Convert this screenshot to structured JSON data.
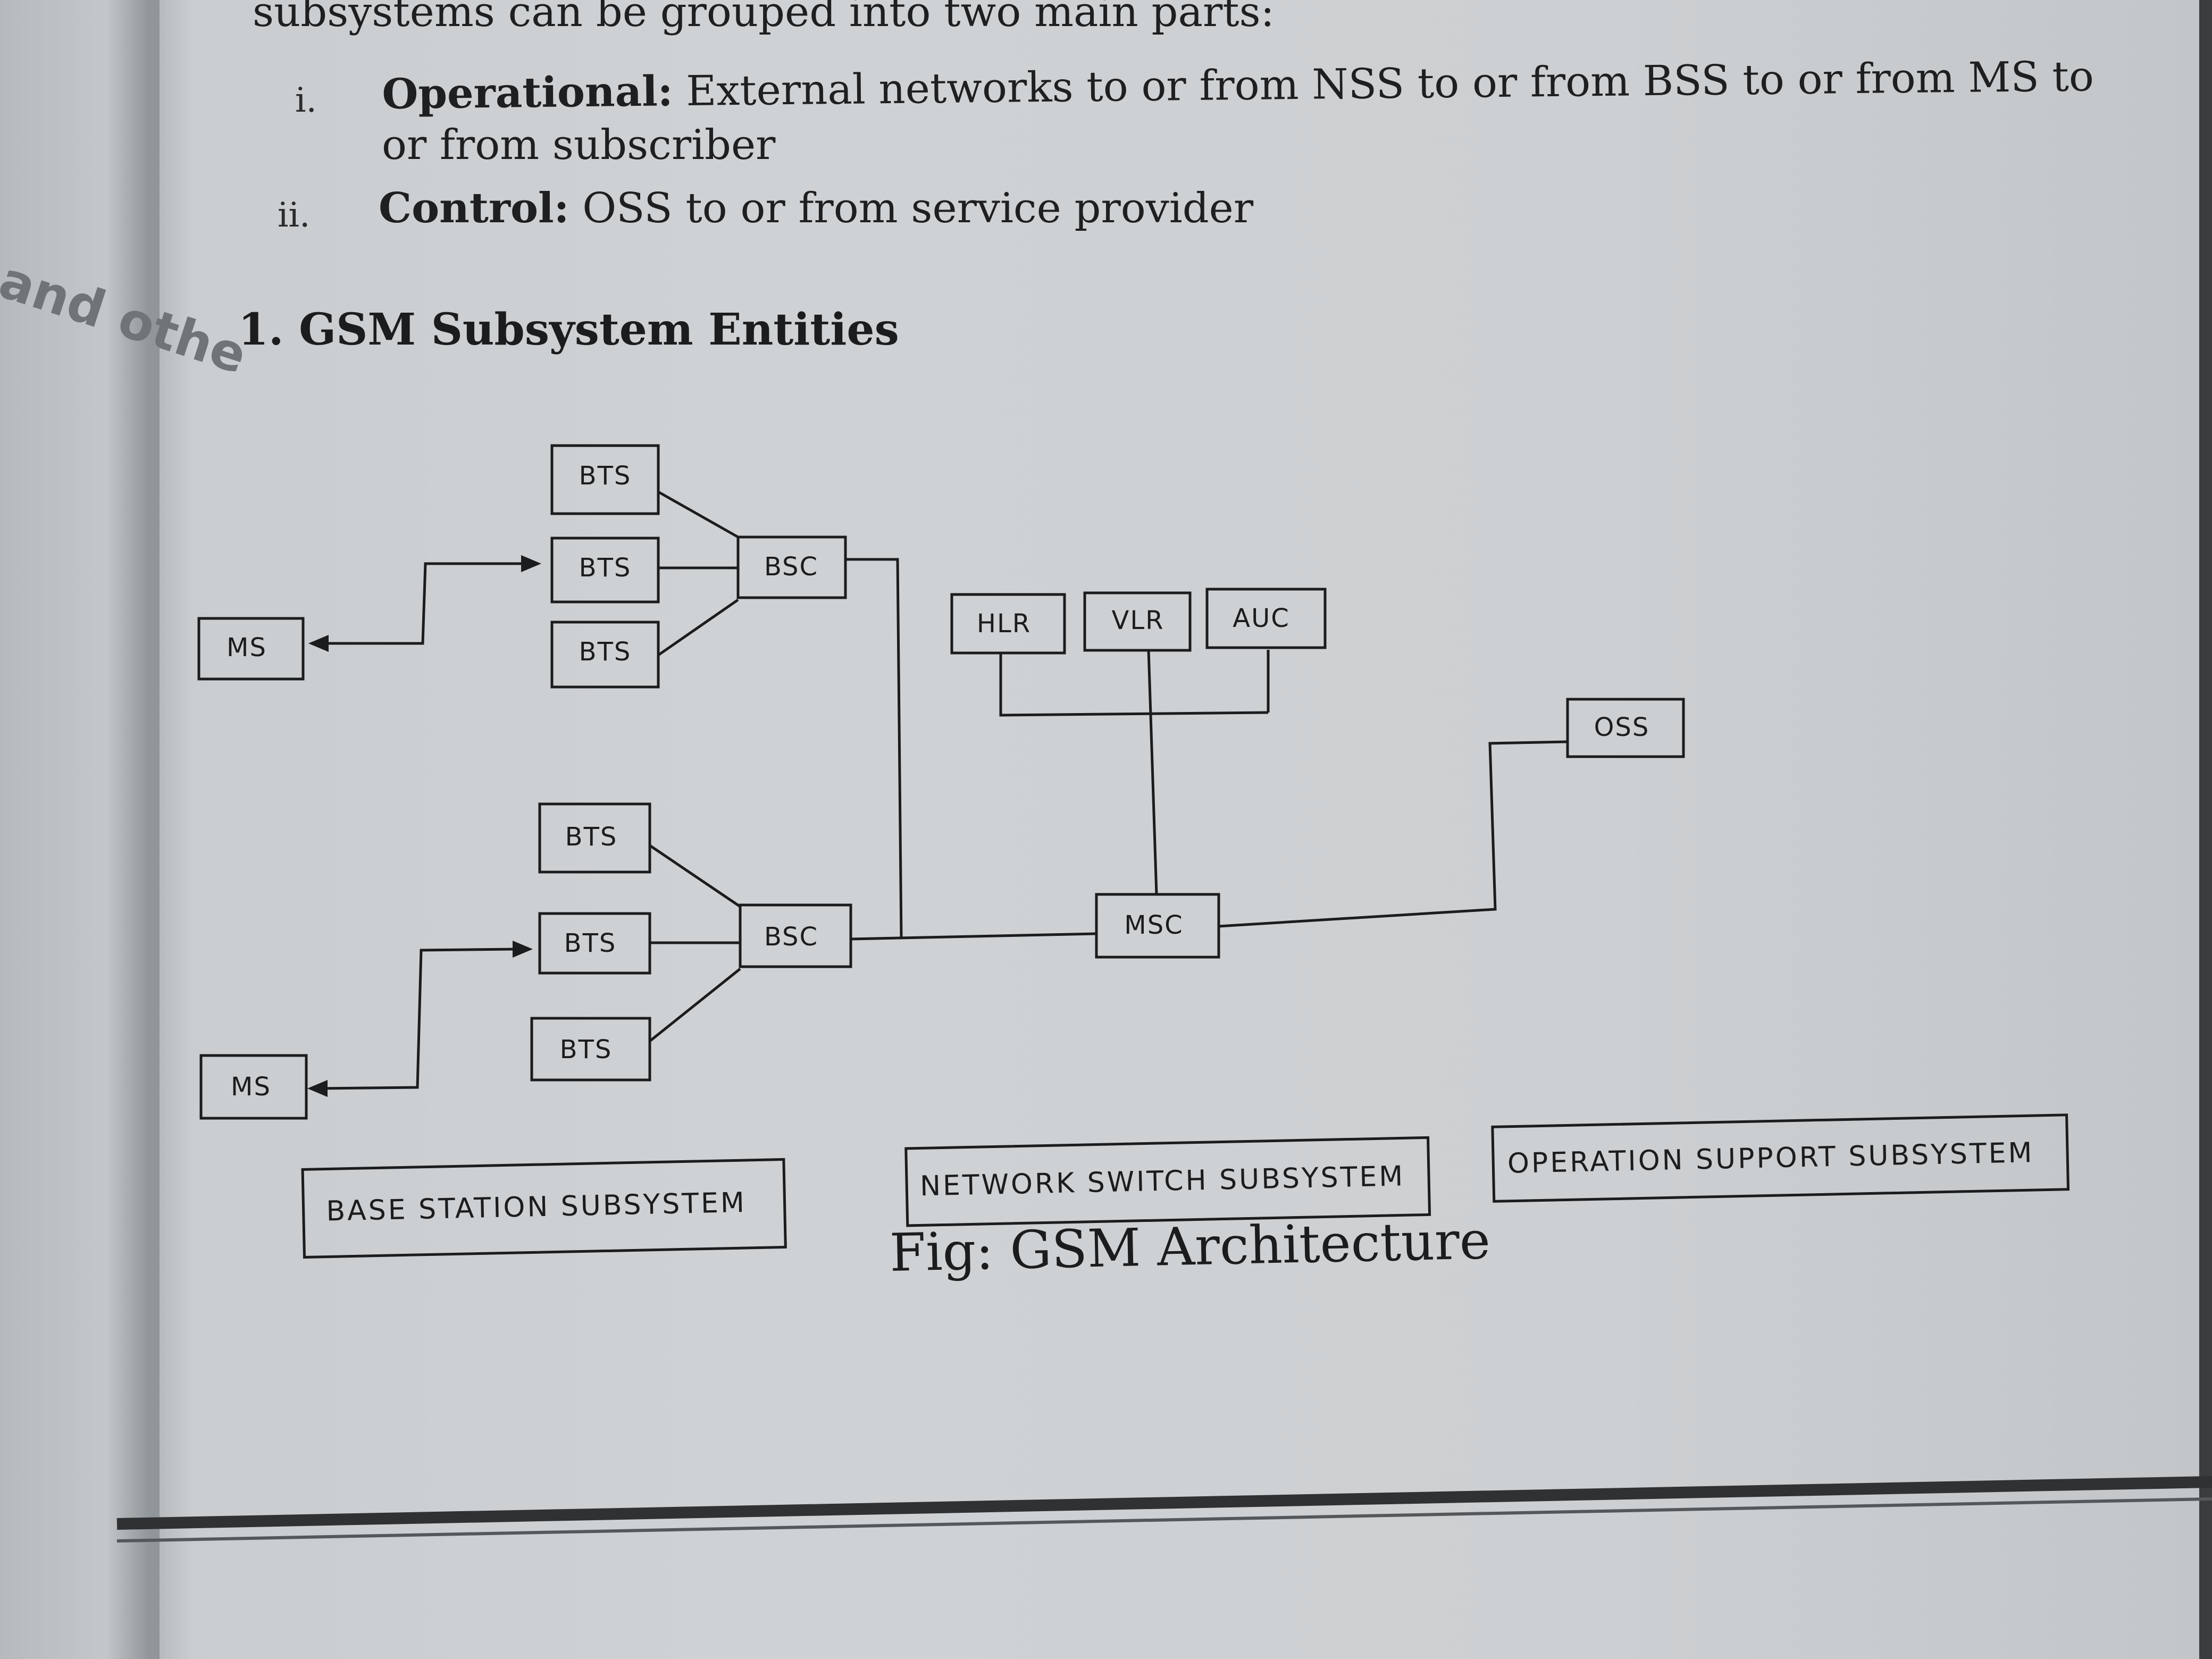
{
  "intro_line": "subsystems can be grouped into two main parts:",
  "list": [
    {
      "marker": "i.",
      "term": "Operational:",
      "text_line1": "External networks to or from NSS to or from BSS to or from MS to",
      "text_line2": "or from subscriber"
    },
    {
      "marker": "ii.",
      "term": "Control:",
      "text_line1": "OSS to or from service provider"
    }
  ],
  "margin_fragment": "and othe",
  "heading": "1. GSM Subsystem Entities",
  "diagram": {
    "nodes": {
      "bts_a1": "BTS",
      "bts_a2": "BTS",
      "bts_a3": "BTS",
      "bsc_a": "BSC",
      "ms_a": "MS",
      "bts_b1": "BTS",
      "bts_b2": "BTS",
      "bts_b3": "BTS",
      "bsc_b": "BSC",
      "ms_b": "MS",
      "hlr": "HLR",
      "vlr": "VLR",
      "auc": "AUC",
      "msc": "MSC",
      "oss": "OSS"
    },
    "legend": {
      "bss": "BASE STATION SUBSYSTEM",
      "nss": "NETWORK SWITCH SUBSYSTEM",
      "oss": "OPERATION SUPPORT SUBSYSTEM"
    }
  },
  "caption": "Fig: GSM Architecture"
}
